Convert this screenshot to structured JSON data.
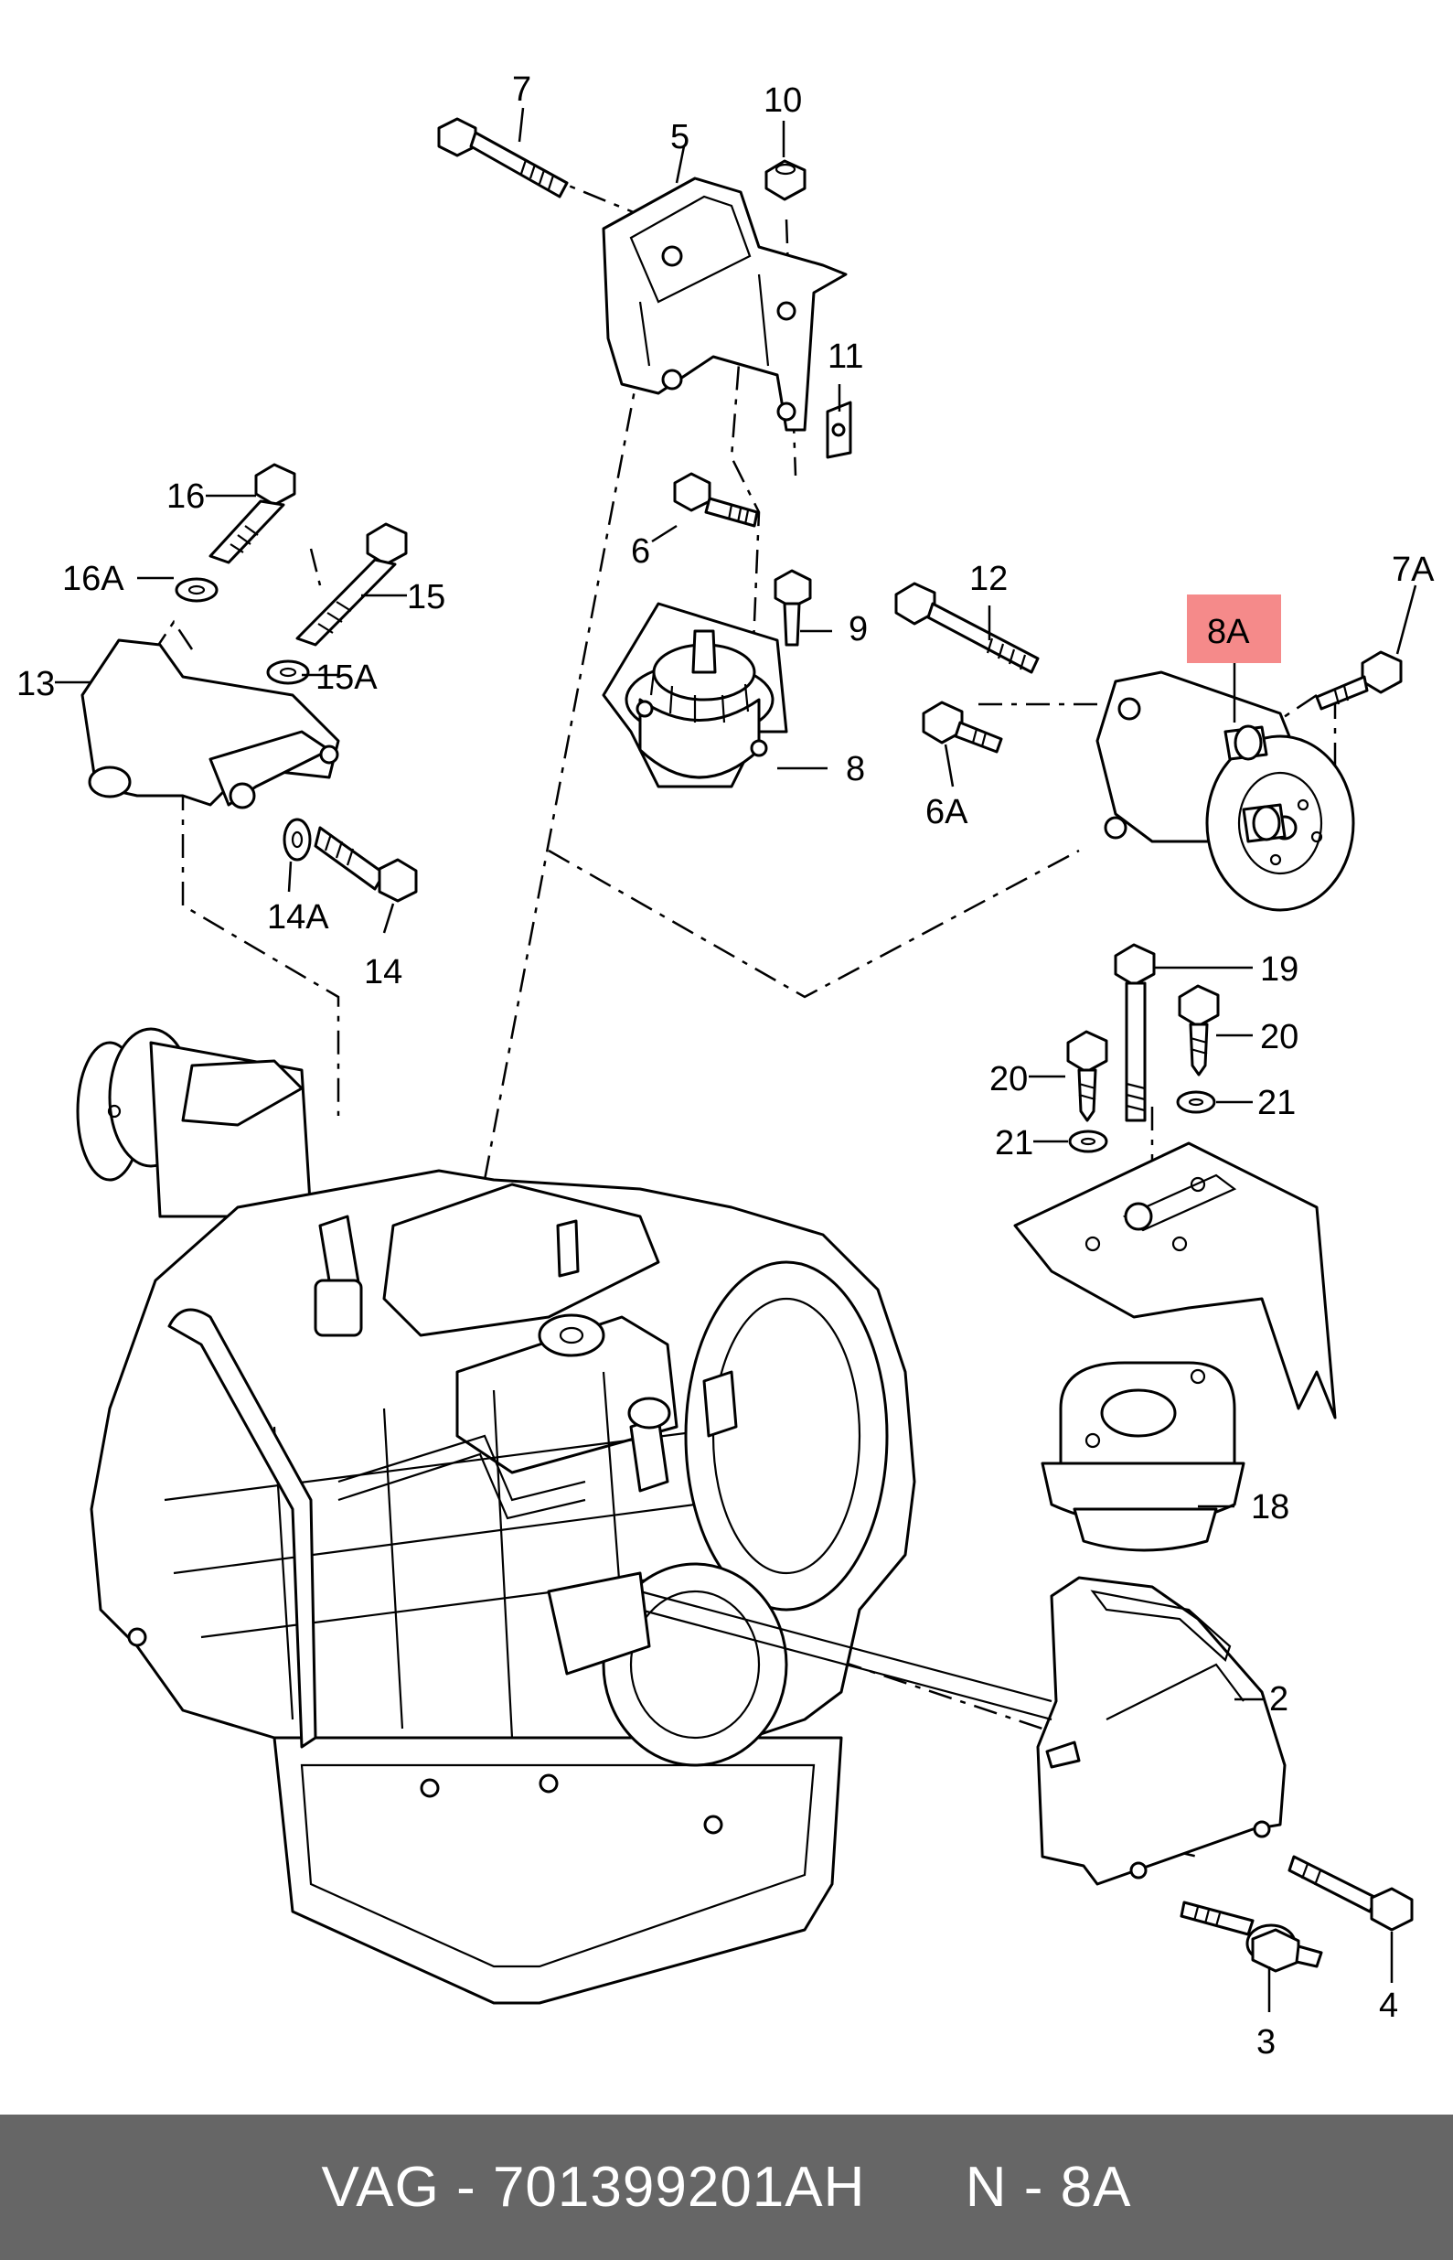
{
  "callouts": [
    {
      "id": "7",
      "text": "7"
    },
    {
      "id": "5",
      "text": "5"
    },
    {
      "id": "10",
      "text": "10"
    },
    {
      "id": "11",
      "text": "11"
    },
    {
      "id": "16",
      "text": "16"
    },
    {
      "id": "16A",
      "text": "16A"
    },
    {
      "id": "15",
      "text": "15"
    },
    {
      "id": "15A",
      "text": "15A"
    },
    {
      "id": "13",
      "text": "13"
    },
    {
      "id": "6",
      "text": "6"
    },
    {
      "id": "9",
      "text": "9"
    },
    {
      "id": "8",
      "text": "8"
    },
    {
      "id": "12",
      "text": "12"
    },
    {
      "id": "7A",
      "text": "7A"
    },
    {
      "id": "8A",
      "text": "8A"
    },
    {
      "id": "6A",
      "text": "6A"
    },
    {
      "id": "14A",
      "text": "14A"
    },
    {
      "id": "14",
      "text": "14"
    },
    {
      "id": "19",
      "text": "19"
    },
    {
      "id": "20a",
      "text": "20"
    },
    {
      "id": "20b",
      "text": "20"
    },
    {
      "id": "21a",
      "text": "21"
    },
    {
      "id": "21b",
      "text": "21"
    },
    {
      "id": "18",
      "text": "18"
    },
    {
      "id": "2",
      "text": "2"
    },
    {
      "id": "4",
      "text": "4"
    },
    {
      "id": "3",
      "text": "3"
    }
  ],
  "highlight": {
    "part": "8A",
    "color": "#f58a8a"
  },
  "footer": {
    "brand": "VAG",
    "separator": "-",
    "part_number": "701399201AH",
    "position_label": "N - 8A"
  },
  "colors": {
    "footer_bg": "#666666",
    "footer_text": "#ffffff",
    "line": "#000000"
  }
}
